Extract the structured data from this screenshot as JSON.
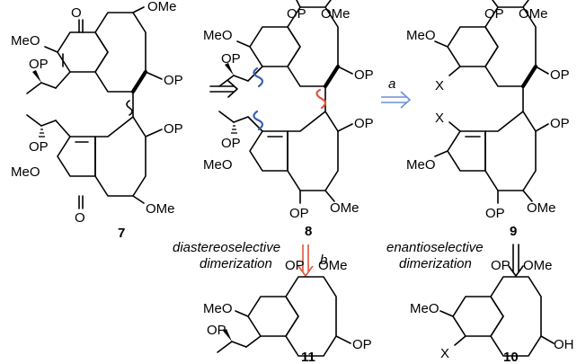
{
  "colors": {
    "bond": "#000000",
    "disconnect_blue": "#3a5fb0",
    "disconnect_red": "#e0553a",
    "arrow_blue": "#6b8fd6",
    "arrow_red": "#e0553a"
  },
  "labels": {
    "OP": "OP",
    "OMe": "OMe",
    "MeO": "MeO",
    "O": "O",
    "X": "X",
    "OH": "OH"
  },
  "compounds": {
    "c7": "7",
    "c8": "8",
    "c9": "9",
    "c10": "10",
    "c11": "11"
  },
  "arrows": {
    "a": "a",
    "b": "b"
  },
  "captions": {
    "left_line1": "diastereoselective",
    "left_line2": "dimerization",
    "right_line1": "enantioselective",
    "right_line2": "dimerization"
  }
}
